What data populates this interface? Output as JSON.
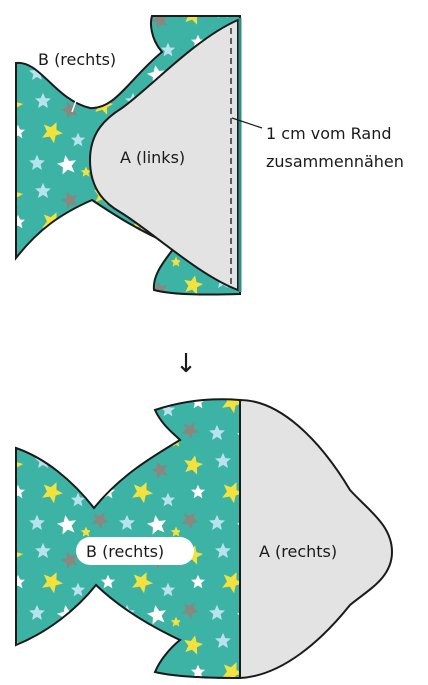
{
  "top_step": {
    "label_b": "B (rechts)",
    "label_a": "A (links)",
    "seam_note_line1": "1 cm vom Rand",
    "seam_note_line2": "zusammennähen"
  },
  "arrow_glyph": "↓",
  "bottom_step": {
    "label_b": "B (rechts)",
    "label_a": "A (rechts)"
  },
  "colors": {
    "fabric_teal": "#3db3a6",
    "star_yellow": "#f3e23c",
    "star_light_blue": "#b8e3ee",
    "star_white": "#ffffff",
    "star_grey": "#8a8680",
    "panel_grey": "#e3e3e3",
    "outline": "#1a1a1a"
  }
}
